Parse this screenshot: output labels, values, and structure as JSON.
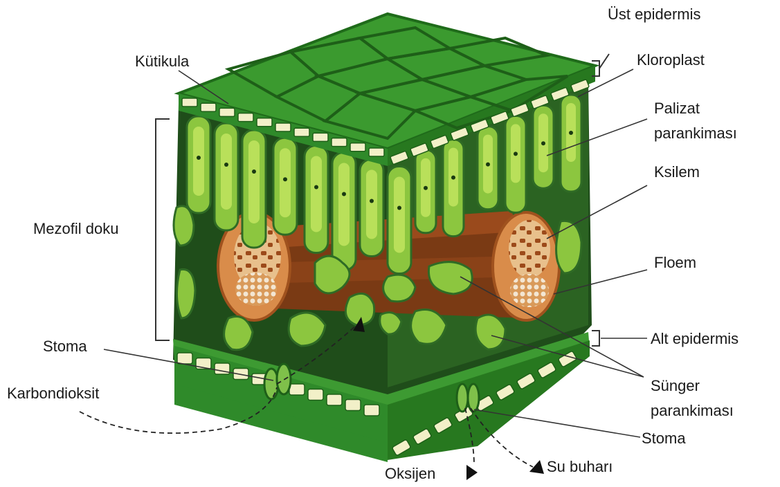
{
  "labels": {
    "ust_epidermis": "Üst epidermis",
    "kutikula": "Kütikula",
    "kloroplast": "Kloroplast",
    "palizat_line1": "Palizat",
    "palizat_line2": "parankiması",
    "ksilem": "Ksilem",
    "mezofil": "Mezofil doku",
    "floem": "Floem",
    "alt_epidermis": "Alt epidermis",
    "stoma_left": "Stoma",
    "karbondioksit": "Karbondioksit",
    "sunger_line1": "Sünger",
    "sunger_line2": "parankiması",
    "stoma_right": "Stoma",
    "oksijen": "Oksijen",
    "su_buhari": "Su buharı"
  },
  "colors": {
    "leaf_dark": "#2f8a2a",
    "leaf_mid": "#4aa83a",
    "leaf_light": "#8fd14a",
    "cell_pale": "#f2f0c8",
    "palisade": "#8cc63f",
    "palisade_core": "#b9e05a",
    "vein_brown": "#a9521f",
    "vein_tan": "#e6b07a",
    "interior_dark": "#1f4d1a",
    "line": "#333333"
  }
}
